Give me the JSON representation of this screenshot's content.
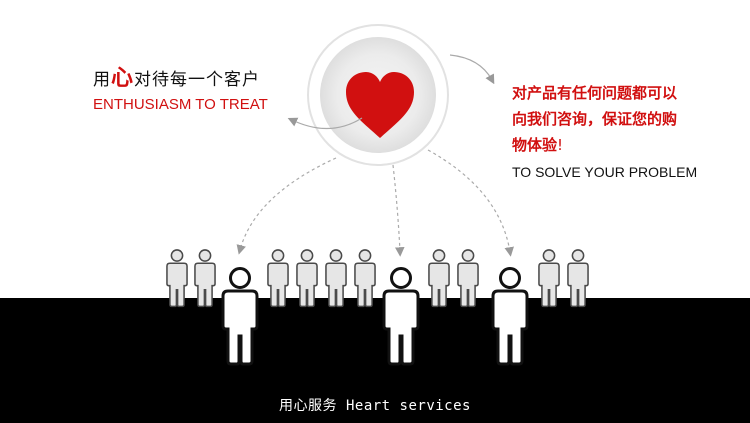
{
  "left": {
    "slogan_prefix": "用",
    "slogan_accent": "心",
    "slogan_suffix": "对待每一个客户",
    "slogan_en": "ENTHUSIASM TO TREAT"
  },
  "right": {
    "line1": "对产品有任何问题都可以",
    "line2": "向我们咨询，保证您的购",
    "line3": "物体验",
    "line3_mark": "!",
    "line_en": "TO SOLVE YOUR PROBLEM"
  },
  "footer": {
    "text": "用心服务 Heart services"
  },
  "icons": {
    "center": "heart-icon",
    "people": "person-icon"
  },
  "colors": {
    "accent": "#d11010",
    "band": "#000000",
    "figure_gray": "#e6e6e6",
    "figure_white": "#ffffff"
  }
}
